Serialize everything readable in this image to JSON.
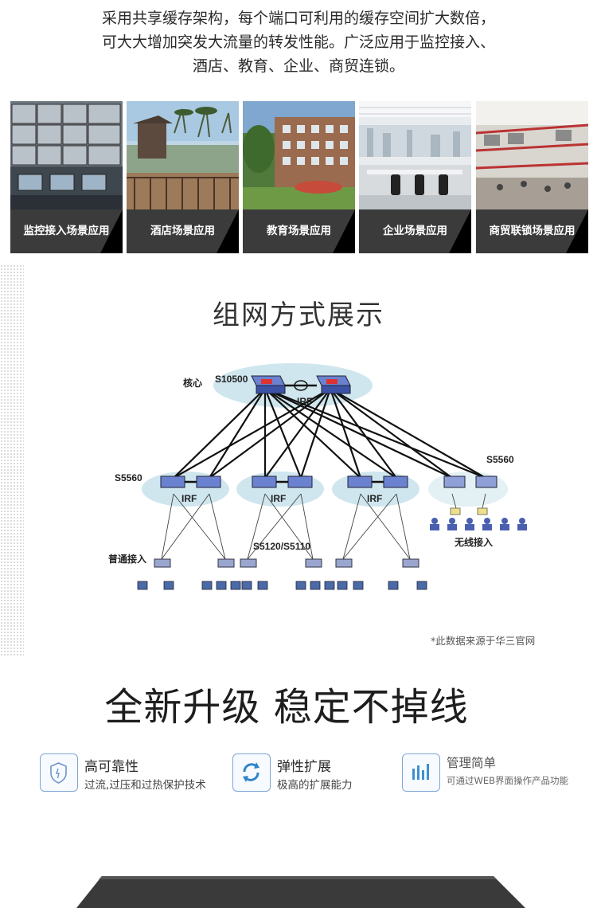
{
  "intro": {
    "line1": "采用共享缓存架构，每个端口可利用的缓存空间扩大数倍，",
    "line2": "可大大增加突发大流量的转发性能。广泛应用于监控接入、",
    "line3": "酒店、教育、企业、商贸连锁。"
  },
  "scenes": [
    {
      "label": "监控接入场景应用"
    },
    {
      "label": "酒店场景应用"
    },
    {
      "label": "教育场景应用"
    },
    {
      "label": "企业场景应用"
    },
    {
      "label": "商贸联锁场景应用"
    }
  ],
  "diagram": {
    "title": "组网方式展示",
    "core_label": "核心",
    "core_model": "S10500",
    "irf": "IRF",
    "agg_label_left": "S5560",
    "agg_label_right": "S5560",
    "access_model": "S5120/S5110",
    "access_label": "普通接入",
    "wireless_label": "无线接入",
    "note": "*此数据来源于华三官网"
  },
  "headline": "全新升级 稳定不掉线",
  "features": [
    {
      "icon": "shield-icon",
      "title": "高可靠性",
      "subtitle": "过流,过压和过热保护技术"
    },
    {
      "icon": "refresh-icon",
      "title": "弹性扩展",
      "subtitle": "极高的扩展能力"
    },
    {
      "icon": "bars-icon",
      "title": "管理简单",
      "subtitle": "可通过WEB界面操作产品功能"
    }
  ],
  "colors": {
    "caption_bg": "#3b3b3b",
    "irf_ellipse": "#cfe6ee",
    "switch_blue": "#4a63b8",
    "icon_border": "#7fa6d6"
  }
}
